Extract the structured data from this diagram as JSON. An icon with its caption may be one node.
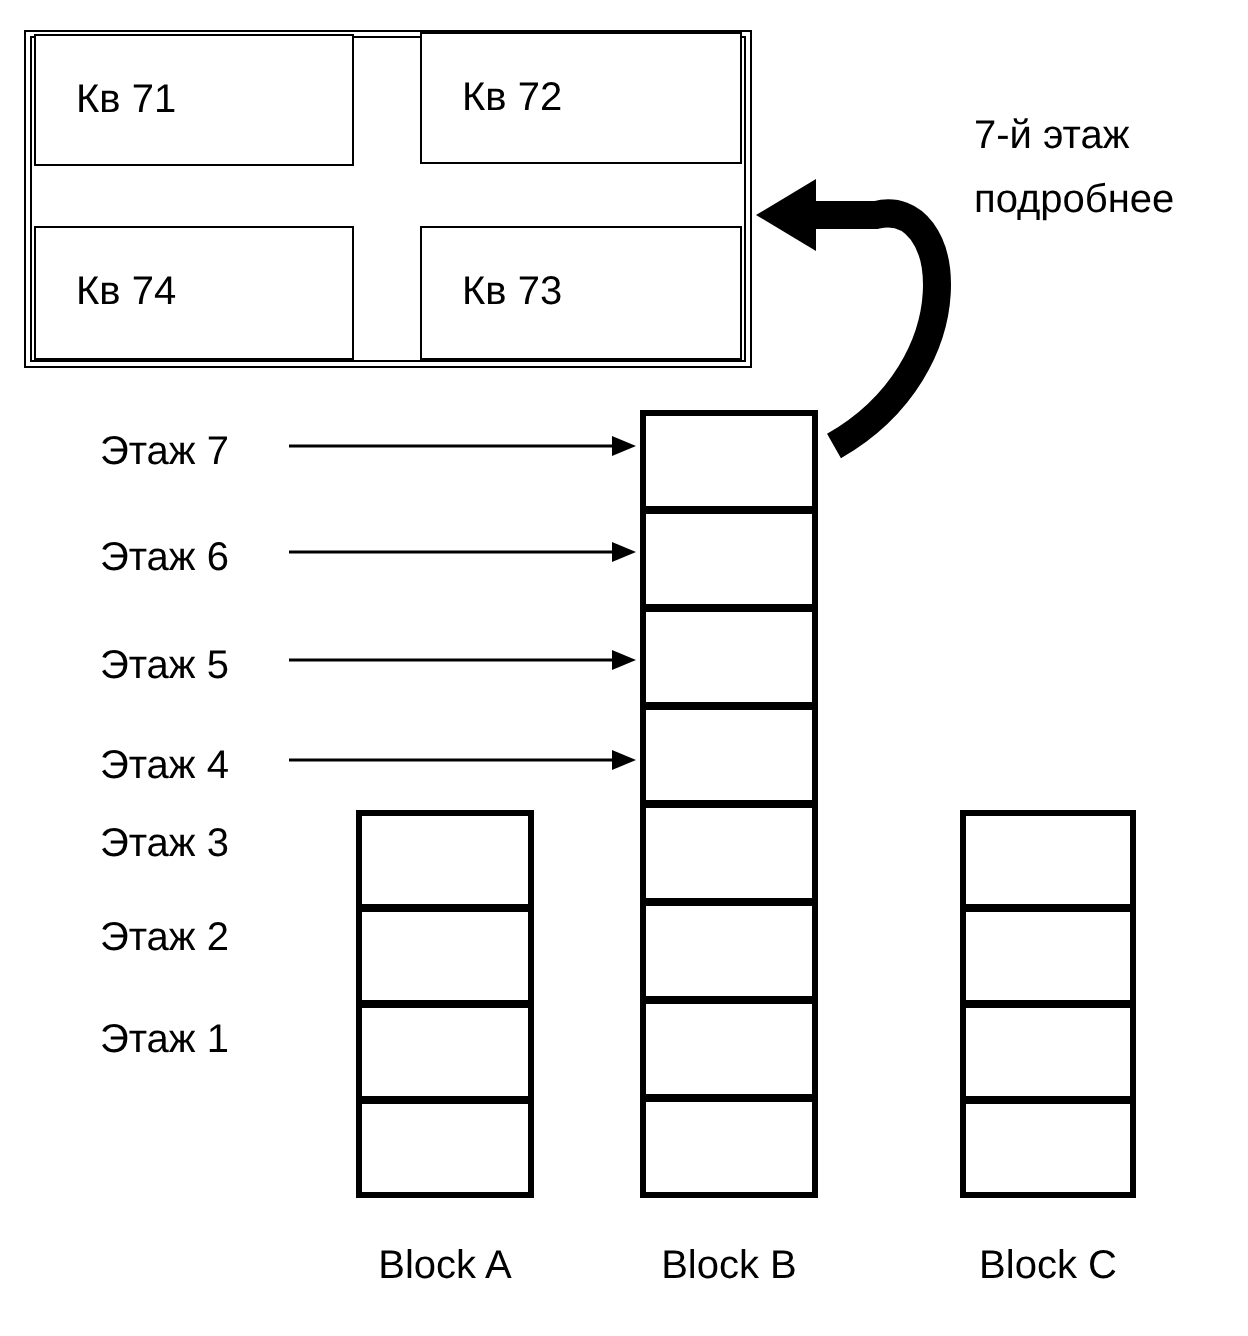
{
  "diagram": {
    "nodes": [
      {
        "text": [],
        "shape": "box"
      },
      {
        "text": [
          "Кв 71"
        ],
        "in": 0
      },
      {
        "text": [
          "Кв 72"
        ],
        "in": 0
      },
      {
        "text": [
          "Кв 74"
        ],
        "in": 0
      },
      {
        "text": [
          "Кв 73"
        ],
        "in": 0
      },
      {
        "text": [
          "Этаж 7"
        ]
      },
      {
        "text": [
          "Этаж 6"
        ]
      },
      {
        "text": [
          "Этаж 5"
        ]
      },
      {
        "text": [
          "Этаж 4"
        ]
      },
      {
        "text": [
          "Block A"
        ]
      },
      {
        "text": [],
        "shape": "box",
        "in": 9
      },
      {
        "text": [],
        "shape": "box",
        "in": 9
      },
      {
        "text": [],
        "shape": "box",
        "in": 9
      },
      {
        "text": [],
        "shape": "box",
        "in": 9
      },
      {
        "text": [
          "Block B"
        ]
      },
      {
        "text": [],
        "shape": "box",
        "in": 14
      },
      {
        "text": [],
        "shape": "box",
        "in": 14
      },
      {
        "text": [],
        "shape": "box",
        "in": 14
      },
      {
        "text": [],
        "shape": "box",
        "in": 14
      },
      {
        "text": [],
        "shape": "box",
        "in": 14
      },
      {
        "text": [],
        "shape": "box",
        "in": 14
      },
      {
        "text": [],
        "shape": "box",
        "in": 14
      },
      {
        "text": [],
        "shape": "box",
        "in": 14
      },
      {
        "text": [
          "Block C"
        ]
      },
      {
        "text": [],
        "shape": "box",
        "in": 23
      },
      {
        "text": [],
        "shape": "box",
        "in": 23
      },
      {
        "text": [],
        "shape": "box",
        "in": 23
      },
      {
        "text": [],
        "shape": "box",
        "in": 23
      }
    ],
    "edges": [
      {
        "from": 5,
        "to": 15,
        "arrow": "to"
      },
      {
        "from": 6,
        "to": 16,
        "arrow": "to"
      },
      {
        "from": 7,
        "to": 17,
        "arrow": "to"
      },
      {
        "from": 8,
        "to": 18,
        "arrow": "to"
      },
      {
        "from": 15,
        "to": 0,
        "arrow": "to",
        "label": "7-й этаж подробнее",
        "style": "thick"
      }
    ],
    "labels": [
      "Этаж 3",
      "Этаж 2",
      "Этаж 1"
    ]
  }
}
